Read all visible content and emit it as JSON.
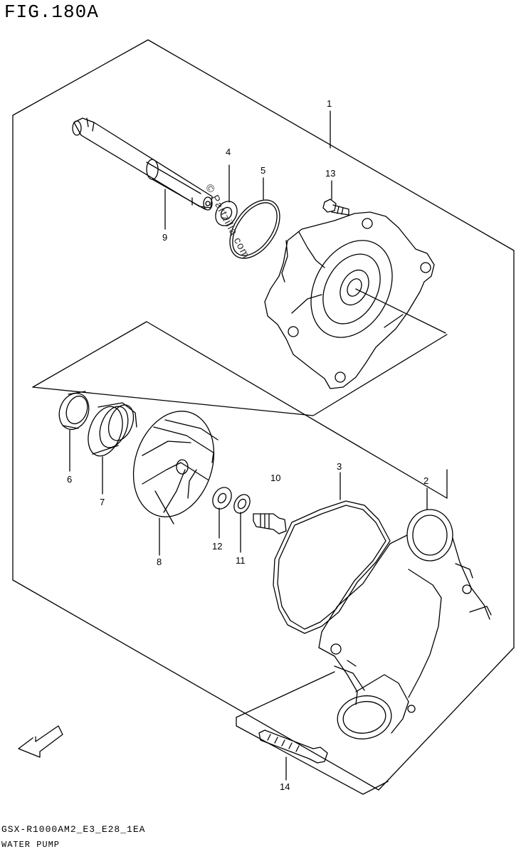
{
  "figure": {
    "title": "FIG.180A",
    "code": "GSX-R1000AM2_E3_E28_1EA",
    "name": "WATER PUMP",
    "watermark": "© Partzilla.com"
  },
  "callouts": [
    {
      "id": "c1",
      "label": "1"
    },
    {
      "id": "c2",
      "label": "2"
    },
    {
      "id": "c3",
      "label": "3"
    },
    {
      "id": "c4",
      "label": "4"
    },
    {
      "id": "c5",
      "label": "5"
    },
    {
      "id": "c6",
      "label": "6"
    },
    {
      "id": "c7",
      "label": "7"
    },
    {
      "id": "c8",
      "label": "8"
    },
    {
      "id": "c9",
      "label": "9"
    },
    {
      "id": "c10",
      "label": "10"
    },
    {
      "id": "c11",
      "label": "11"
    },
    {
      "id": "c12",
      "label": "12"
    },
    {
      "id": "c13",
      "label": "13"
    },
    {
      "id": "c14",
      "label": "14"
    }
  ],
  "fwd_arrow": {
    "label": "FWD"
  }
}
